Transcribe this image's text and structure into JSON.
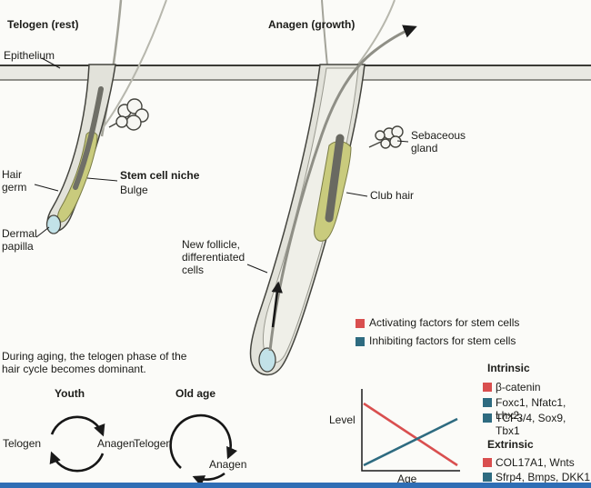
{
  "colors": {
    "activating_red": "#d94f4f",
    "inhibiting_teal": "#2e6b80",
    "bulge_olive": "#c9cb7d",
    "dermal_papilla_blue": "#c2e2e8",
    "follicle_gray": "#e2e2da",
    "bottom_bar_blue": "#2f6eb5"
  },
  "titles": {
    "telogen": "Telogen (rest)",
    "anagen": "Anagen (growth)"
  },
  "anatomy_labels": {
    "epithelium": "Epithelium",
    "hair_germ": "Hair\ngerm",
    "stem_cell_niche": "Stem cell niche",
    "bulge": "Bulge",
    "dermal_papilla": "Dermal\npapilla",
    "sebaceous_gland": "Sebaceous\ngland",
    "club_hair": "Club hair",
    "new_follicle": "New follicle,\ndifferentiated\ncells"
  },
  "legend": {
    "activating": "Activating factors for stem cells",
    "inhibiting": "Inhibiting factors for stem cells"
  },
  "aging": {
    "text": "During aging, the telogen phase of the\nhair cycle becomes dominant.",
    "youth_title": "Youth",
    "old_age_title": "Old age",
    "youth_left": "Telogen",
    "youth_right": "Anagen",
    "old_left": "Telogen",
    "old_right": "Anagen"
  },
  "chart": {
    "y_label": "Level",
    "x_label": "Age"
  },
  "genes": {
    "intrinsic_title": "Intrinsic",
    "intrinsic": [
      {
        "color": "red",
        "label": "β-catenin"
      },
      {
        "color": "teal",
        "label": "Foxc1, Nfatc1, Lhx2,"
      },
      {
        "color": "teal",
        "label": "TCF3/4, Sox9, Tbx1"
      }
    ],
    "extrinsic_title": "Extrinsic",
    "extrinsic": [
      {
        "color": "red",
        "label": "COL17A1, Wnts"
      },
      {
        "color": "teal",
        "label": "Sfrp4, Bmps, DKK1"
      }
    ]
  },
  "chart_data": {
    "type": "line",
    "title": "",
    "xlabel": "Age",
    "ylabel": "Level",
    "axes_ticks_visible": false,
    "series": [
      {
        "name": "Activating factors for stem cells",
        "color": "#d94f4f",
        "trend": "decreasing",
        "points": [
          [
            0,
            85
          ],
          [
            100,
            10
          ]
        ]
      },
      {
        "name": "Inhibiting factors for stem cells",
        "color": "#2e6b80",
        "trend": "increasing",
        "points": [
          [
            0,
            8
          ],
          [
            100,
            62
          ]
        ]
      }
    ]
  }
}
